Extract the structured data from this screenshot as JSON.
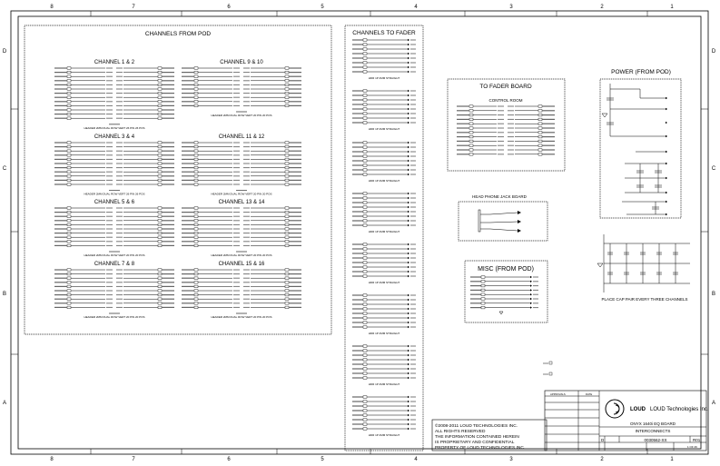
{
  "frame": {
    "columns": [
      "8",
      "7",
      "6",
      "5",
      "4",
      "3",
      "2",
      "1"
    ],
    "rows": [
      "D",
      "C",
      "B",
      "A"
    ]
  },
  "channels_from_pod": {
    "title": "CHANNELS FROM POD",
    "groups": [
      {
        "title": "CHANNEL 1 & 2",
        "rows": 13,
        "footer": "HEADER 2MM DUAL ROW VERT 26 PIN 26 POS"
      },
      {
        "title": "CHANNEL 9 & 10",
        "rows": 10,
        "footer": "HEADER 2MM DUAL ROW VERT 20 PIN 20 POS"
      },
      {
        "title": "CHANNEL 3 & 4",
        "rows": 11,
        "footer": "HEADER 2MM DUAL ROW VERT 26 PIN 26 POS"
      },
      {
        "title": "CHANNEL 11 & 12",
        "rows": 11,
        "footer": "HEADER 2MM DUAL ROW VERT 20 PIN 20 POS"
      },
      {
        "title": "CHANNEL 5 & 6",
        "rows": 10,
        "footer": "HEADER 2MM DUAL ROW VERT 20 PIN 20 POS"
      },
      {
        "title": "CHANNEL 13 & 14",
        "rows": 10,
        "footer": "HEADER 2MM DUAL ROW VERT 20 PIN 20 POS"
      },
      {
        "title": "CHANNEL 7 & 8",
        "rows": 10,
        "footer": "HEADER 2MM DUAL ROW VERT 20 PIN 20 POS"
      },
      {
        "title": "CHANNEL 15 & 16",
        "rows": 10,
        "footer": "HEADER 2MM DUAL ROW VERT 20 PIN 20 POS"
      }
    ]
  },
  "channels_to_fader": {
    "title": "CHANNELS TO FADER",
    "footer": "HDR 1P 2MM STRAIGHT"
  },
  "to_fader_board": {
    "title": "TO FADER BOARD",
    "subtitle": "CONTROL ROOM"
  },
  "headphone": {
    "title": "HEAD PHONE JACK BOARD"
  },
  "misc": {
    "title": "MISC (FROM POD)"
  },
  "power": {
    "title": "POWER (FROM POD)"
  },
  "caps": {
    "note": "PLACE CAP PAIR EVERY THREE CHANNELS"
  },
  "title_block": {
    "approvals": "APPROVALS",
    "date": "DATE",
    "company": "LOUD Technologies Inc.",
    "logo_text": "LOUD",
    "title_line1": "ONYX 1640i EQ BOARD",
    "title_line2": "INTERCONNECTS",
    "size": "D",
    "doc_no": "0030562-XX",
    "rev": "R01",
    "sheet": "1 OF 26"
  },
  "copyright": {
    "lines": [
      "©2008-2011 LOUD TECHNOLOGIES INC.",
      "ALL RIGHTS RESERVED",
      "THE INFORMATION CONTAINED HEREIN",
      "IS PROPRIETARY AND CONFIDENTIAL",
      "PROPERTY OF LOUD TECHNOLOGIES INC."
    ]
  }
}
